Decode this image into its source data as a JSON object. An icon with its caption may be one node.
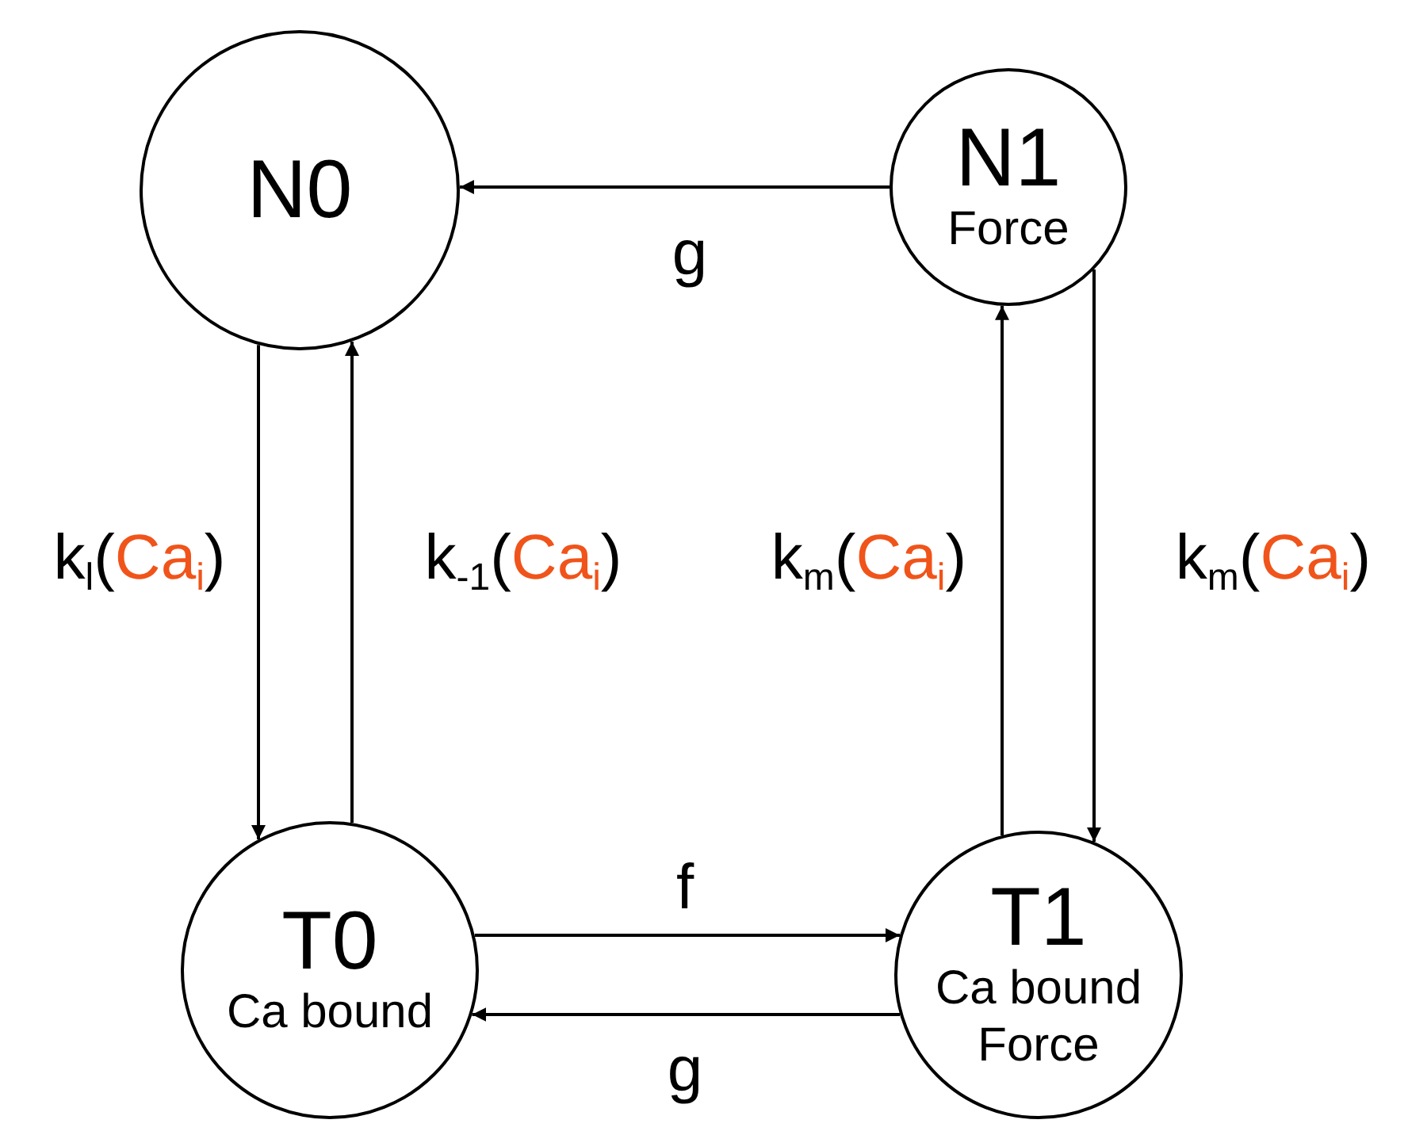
{
  "diagram": {
    "nodes": [
      {
        "text": [
          "N0"
        ]
      },
      {
        "text": [
          "N1",
          "Force"
        ]
      },
      {
        "text": [
          "T0",
          "Ca bound"
        ]
      },
      {
        "text": [
          "T1",
          "Ca bound Force"
        ]
      }
    ],
    "edges": [
      {
        "from": 1,
        "to": 0,
        "arrow": "to",
        "label": "g"
      },
      {
        "from": 0,
        "to": 2,
        "arrow": "to",
        "label": "k$_{l}$(Ca$_{i}$)"
      },
      {
        "from": 2,
        "to": 0,
        "arrow": "to",
        "label": "k$_{-1}$(Ca$_{i}$)"
      },
      {
        "from": 3,
        "to": 1,
        "arrow": "to",
        "label": "k$_{m}$(Ca$_{i}$)"
      },
      {
        "from": 1,
        "to": 3,
        "arrow": "to",
        "label": "k$_{m}$(Ca$_{i}$)"
      },
      {
        "from": 2,
        "to": 3,
        "arrow": "to",
        "label": "f"
      },
      {
        "from": 3,
        "to": 2,
        "arrow": "to",
        "label": "g"
      }
    ]
  }
}
